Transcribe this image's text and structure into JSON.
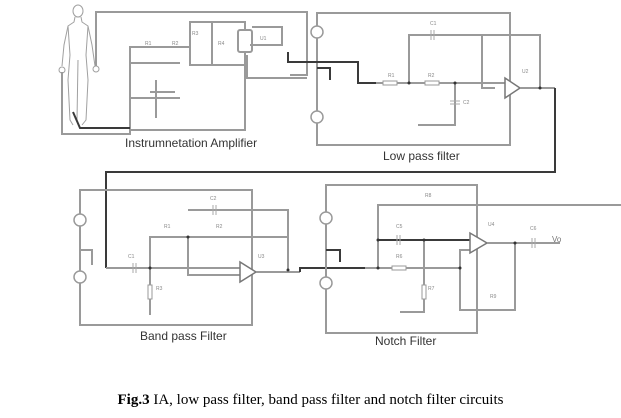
{
  "sections": {
    "instrumentation_amplifier": "Instrumnetation Amplifier",
    "low_pass_filter": "Low pass filter",
    "band_pass_filter": "Band pass Filter",
    "notch_filter": "Notch Filter"
  },
  "output_label": "Vo",
  "caption": {
    "figure_number": "Fig.3",
    "text": " IA, low pass filter, band pass filter and notch filter circuits"
  }
}
